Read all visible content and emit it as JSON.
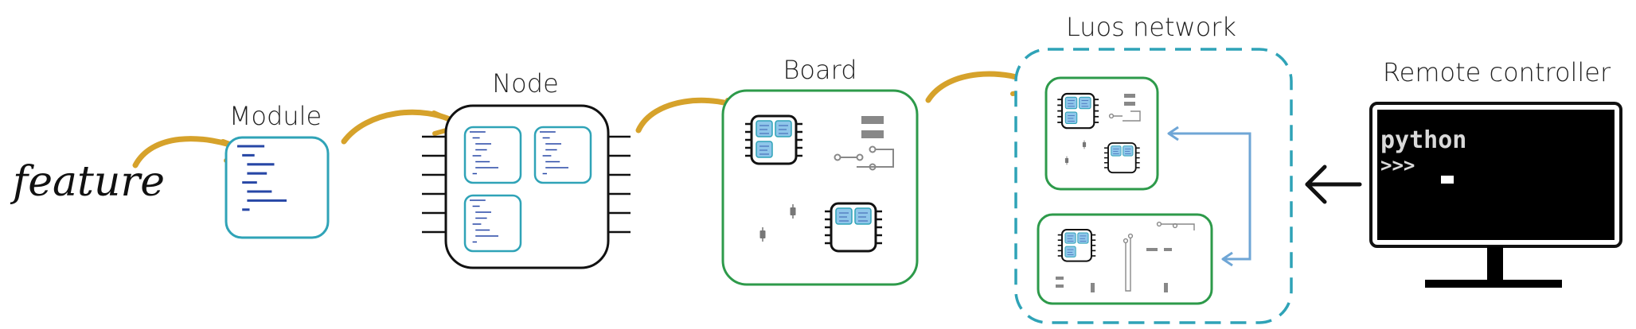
{
  "labels": {
    "feature": "feature",
    "module": "Module",
    "node": "Node",
    "board": "Board",
    "network": "Luos network",
    "remote": "Remote controller"
  },
  "terminal": {
    "line1": "python",
    "line2": ">>>"
  },
  "colors": {
    "arrow": "#d6a22b",
    "module_border": "#2fa3b7",
    "board_border": "#2d9a4a",
    "network_border": "#2fa3b7",
    "link": "#6fa6d6",
    "chip_core": "#8ec6ea",
    "code_text": "#2747a6",
    "terminal_text": "#d9d9d9"
  },
  "icons": {
    "flow_arrow": "curved-arrow-icon",
    "input_arrow": "left-arrow-icon",
    "monitor": "monitor-icon",
    "chip": "chip-icon"
  }
}
